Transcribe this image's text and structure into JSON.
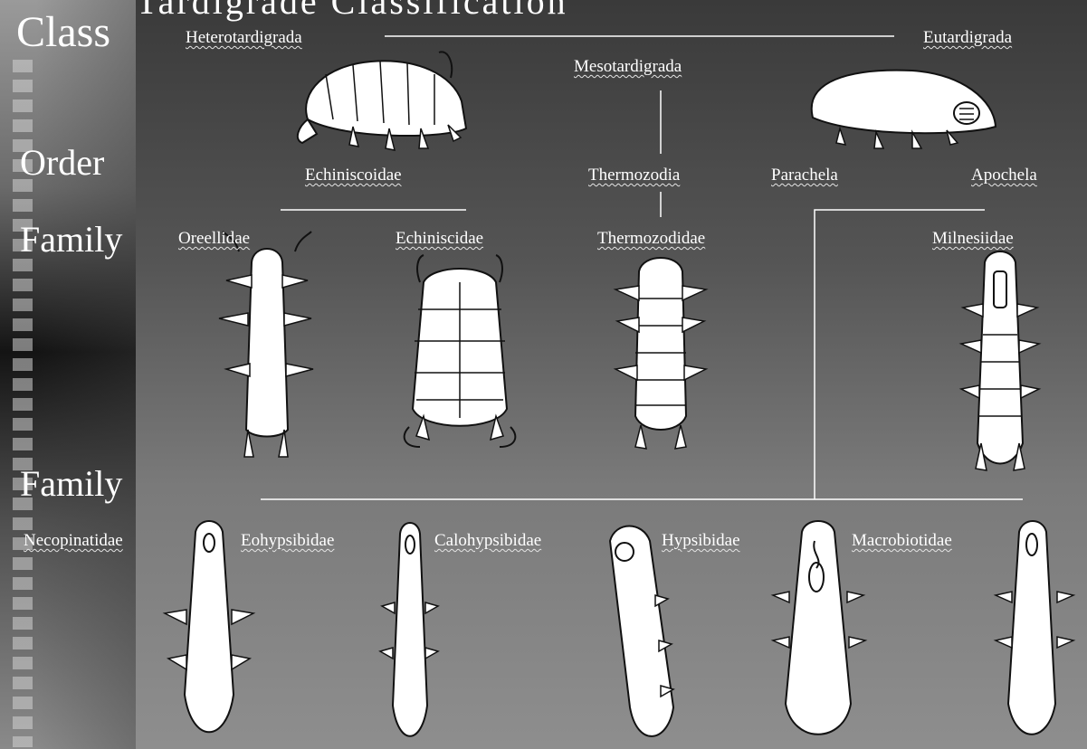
{
  "banner": "Tardigrade Classification",
  "ranks": {
    "class": "Class",
    "order": "Order",
    "family_1": "Family",
    "family_2": "Family"
  },
  "classes": {
    "heterotardigrada": "Heterotardigrada",
    "mesotardigrada": "Mesotardigrada",
    "eutardigrada": "Eutardigrada"
  },
  "orders": {
    "echiniscoidae": "Echiniscoidae",
    "thermozodia": "Thermozodia",
    "parachela": "Parachela",
    "apochela": "Apochela"
  },
  "families_row1": {
    "oreellidae": "Oreellidae",
    "echiniscidae": "Echiniscidae",
    "thermozodidae": "Thermozodidae",
    "milnesiidae": "Milnesiidae"
  },
  "families_row2": {
    "necopinatidae": "Necopinatidae",
    "eohypsibidae": "Eohypsibidae",
    "calohypsibidae": "Calohypsibidae",
    "hypsibidae": "Hypsibidae",
    "macrobiotidae": "Macrobiotidae"
  },
  "colors": {
    "label": "#ffffff",
    "ink": "#111111",
    "plate": "#b8b8b8"
  }
}
